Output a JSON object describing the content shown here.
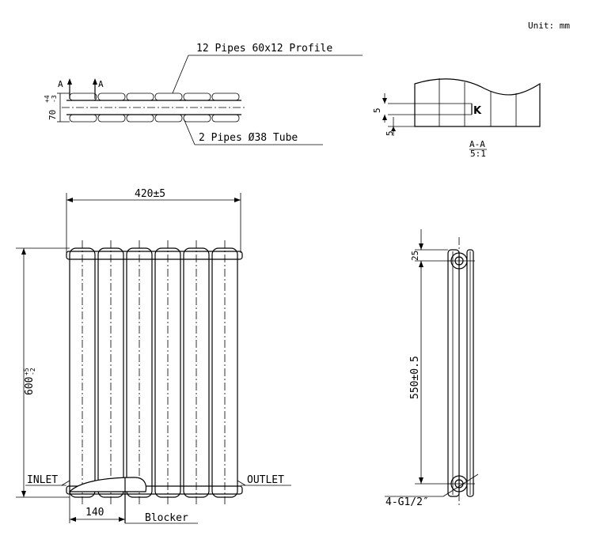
{
  "unit_note": "Unit: mm",
  "top_view": {
    "profile_label": "12 Pipes 60x12 Profile",
    "tube_label": "2 Pipes Ø38 Tube",
    "section_marker": "A",
    "thickness_dim": "70",
    "thickness_tol_upper": "+4",
    "thickness_tol_lower": "-3"
  },
  "section_view": {
    "dim_upper": "5",
    "dim_lower": "5",
    "weld_mark": "K",
    "title": "A-A",
    "scale": "5:1"
  },
  "front_view": {
    "width_dim": "420±5",
    "height_dim": "600",
    "height_tol_upper": "+5",
    "height_tol_lower": "-2",
    "inlet_label": "INLET",
    "outlet_label": "OUTLET",
    "offset_dim": "140",
    "blocker_label": "Blocker"
  },
  "side_view": {
    "top_offset_dim": "25",
    "center_dim": "550±0.5",
    "thread_label": "4-G1/2″"
  }
}
